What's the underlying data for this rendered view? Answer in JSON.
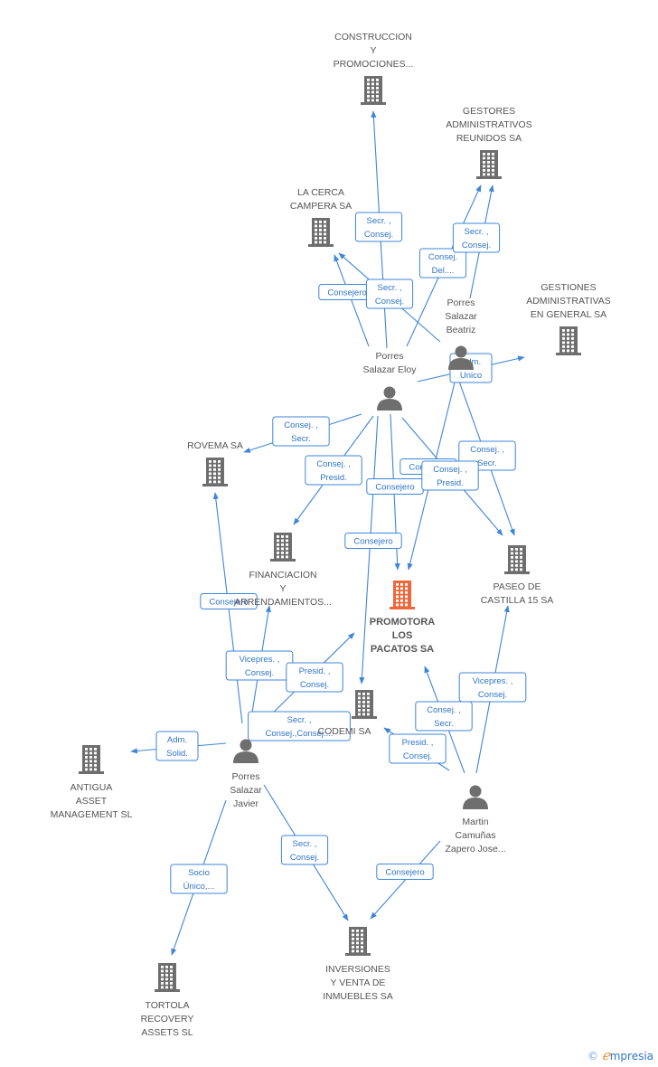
{
  "diagram": {
    "nodes": {
      "construccion": {
        "label": [
          "CONSTRUCCION",
          "Y",
          "PROMOCIONES..."
        ],
        "type": "company"
      },
      "gestores": {
        "label": [
          "GESTORES",
          "ADMINISTRATIVOS",
          "REUNIDOS SA"
        ],
        "type": "company"
      },
      "cerca": {
        "label": [
          "LA CERCA",
          "CAMPERA SA"
        ],
        "type": "company"
      },
      "gestiones": {
        "label": [
          "GESTIONES",
          "ADMINISTRATIVAS",
          "EN GENERAL SA"
        ],
        "type": "company"
      },
      "beatriz": {
        "label": [
          "Porres",
          "Salazar",
          "Beatriz"
        ],
        "type": "person"
      },
      "eloy": {
        "label": [
          "Porres",
          "Salazar Eloy"
        ],
        "type": "person"
      },
      "rovema": {
        "label": [
          "ROVEMA SA"
        ],
        "type": "company"
      },
      "financiacion": {
        "label": [
          "FINANCIACION",
          "Y",
          "ARRENDAMIENTOS..."
        ],
        "type": "company"
      },
      "promotora": {
        "label": [
          "PROMOTORA",
          "LOS",
          "PACATOS SA"
        ],
        "type": "company",
        "highlight": true
      },
      "paseo": {
        "label": [
          "PASEO DE",
          "CASTILLA 15 SA"
        ],
        "type": "company"
      },
      "codemi": {
        "label": [
          "CODEMI SA"
        ],
        "type": "company"
      },
      "antigua": {
        "label": [
          "ANTIGUA",
          "ASSET",
          "MANAGEMENT SL"
        ],
        "type": "company"
      },
      "javier": {
        "label": [
          "Porres",
          "Salazar",
          "Javier"
        ],
        "type": "person"
      },
      "martin": {
        "label": [
          "Martin",
          "Camuñas",
          "Zapero Jose..."
        ],
        "type": "person"
      },
      "inversiones": {
        "label": [
          "INVERSIONES",
          "Y VENTA DE",
          "INMUEBLES SA"
        ],
        "type": "company"
      },
      "tortola": {
        "label": [
          "TORTOLA",
          "RECOVERY",
          "ASSETS SL"
        ],
        "type": "company"
      }
    },
    "edges": [
      {
        "label": [
          "Secr. ,",
          "Consej."
        ],
        "from": "eloy",
        "to": "construccion"
      },
      {
        "label": [
          "Consejero"
        ],
        "from": "eloy",
        "to": "cerca"
      },
      {
        "label": [
          "Secr. ,",
          "Consej."
        ],
        "from": "beatriz",
        "to": "cerca"
      },
      {
        "label": [
          "Consej.",
          "Del...."
        ],
        "from": "eloy",
        "to": "gestores"
      },
      {
        "label": [
          "Secr. ,",
          "Consej."
        ],
        "from": "beatriz",
        "to": "gestores"
      },
      {
        "label": [
          "Adm.",
          "Unico"
        ],
        "from": "eloy",
        "to": "gestiones"
      },
      {
        "label": [
          "Consej. ,",
          "Secr."
        ],
        "from": "eloy",
        "to": "rovema"
      },
      {
        "label": [
          "Consej. ,",
          "Presid."
        ],
        "from": "eloy",
        "to": "financiacion"
      },
      {
        "label": [
          "Consejero"
        ],
        "from": "beatriz",
        "to": "promotora"
      },
      {
        "label": [
          "Consejero"
        ],
        "from": "eloy",
        "to": "promotora"
      },
      {
        "label": [
          "Consejero"
        ],
        "from": "eloy",
        "to": "codemi"
      },
      {
        "label": [
          "Consej. ,",
          "Secr."
        ],
        "from": "beatriz",
        "to": "paseo"
      },
      {
        "label": [
          "Consej. ,",
          "Presid."
        ],
        "from": "eloy",
        "to": "paseo"
      },
      {
        "label": [
          "Consejero"
        ],
        "from": "javier",
        "to": "rovema"
      },
      {
        "label": [
          "Vicepres. ,",
          "Consej."
        ],
        "from": "javier",
        "to": "financiacion"
      },
      {
        "label": [
          "Presid. ,",
          "Consej."
        ],
        "from": "javier",
        "to": "promotora"
      },
      {
        "label": [
          "Secr. ,",
          "Consej.,Consej...."
        ],
        "from": "javier",
        "to": "codemi"
      },
      {
        "label": [
          "Adm.",
          "Solid."
        ],
        "from": "javier",
        "to": "antigua"
      },
      {
        "label": [
          "Secr. ,",
          "Consej."
        ],
        "from": "javier",
        "to": "inversiones"
      },
      {
        "label": [
          "Socio",
          "Único,..."
        ],
        "from": "javier",
        "to": "tortola"
      },
      {
        "label": [
          "Vicepres. ,",
          "Consej."
        ],
        "from": "martin",
        "to": "paseo"
      },
      {
        "label": [
          "Consej. ,",
          "Secr."
        ],
        "from": "martin",
        "to": "promotora"
      },
      {
        "label": [
          "Presid. ,",
          "Consej."
        ],
        "from": "martin",
        "to": "codemi"
      },
      {
        "label": [
          "Consejero"
        ],
        "from": "martin",
        "to": "inversiones"
      }
    ]
  },
  "branding": {
    "copyright": "©",
    "brand_e": "ℯ",
    "brand_rest": "mpresia"
  },
  "colors": {
    "edge": "#3f86d8",
    "icon": "#6e6e6e",
    "highlight": "#f0673a",
    "badge_text": "#2f74c8"
  }
}
